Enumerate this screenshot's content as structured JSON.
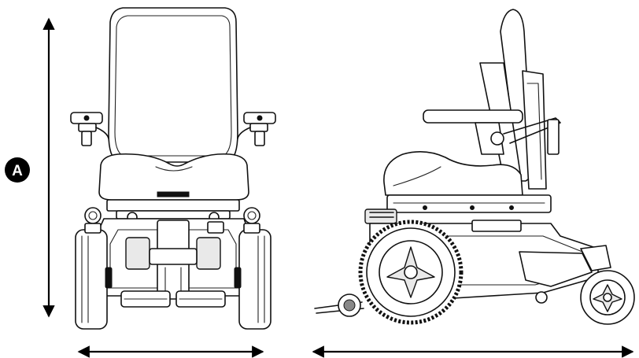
{
  "diagram": {
    "dimension_badge": {
      "label": "A",
      "fill": "#000000",
      "text_color": "#ffffff"
    },
    "line_color": "#111111",
    "background": "#ffffff",
    "views": [
      "front-view",
      "side-view"
    ],
    "arrows": [
      "height-arrow",
      "width-arrow",
      "length-arrow"
    ]
  }
}
